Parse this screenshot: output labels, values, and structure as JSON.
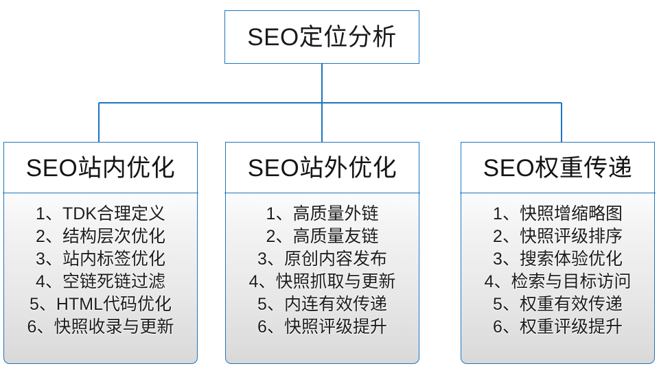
{
  "diagram": {
    "type": "hierarchy",
    "accent_color": "#1a75c2",
    "body_gradient_top": "#fcfcfc",
    "body_gradient_bottom": "#d8d8d8",
    "root": {
      "title": "SEO定位分析"
    },
    "branches": [
      {
        "title": "SEO站内优化",
        "items": [
          "1、TDK合理定义",
          "2、结构层次优化",
          "3、站内标签优化",
          "4、空链死链过滤",
          "5、HTML代码优化",
          "6、快照收录与更新"
        ]
      },
      {
        "title": "SEO站外优化",
        "items": [
          "1、高质量外链",
          "2、高质量友链",
          "3、原创内容发布",
          "4、快照抓取与更新",
          "5、内连有效传递",
          "6、快照评级提升"
        ]
      },
      {
        "title": "SEO权重传递",
        "items": [
          "1、快照增缩略图",
          "2、快照评级排序",
          "3、搜索体验优化",
          "4、检索与目标访问",
          "5、权重有效传递",
          "6、权重评级提升"
        ]
      }
    ]
  }
}
